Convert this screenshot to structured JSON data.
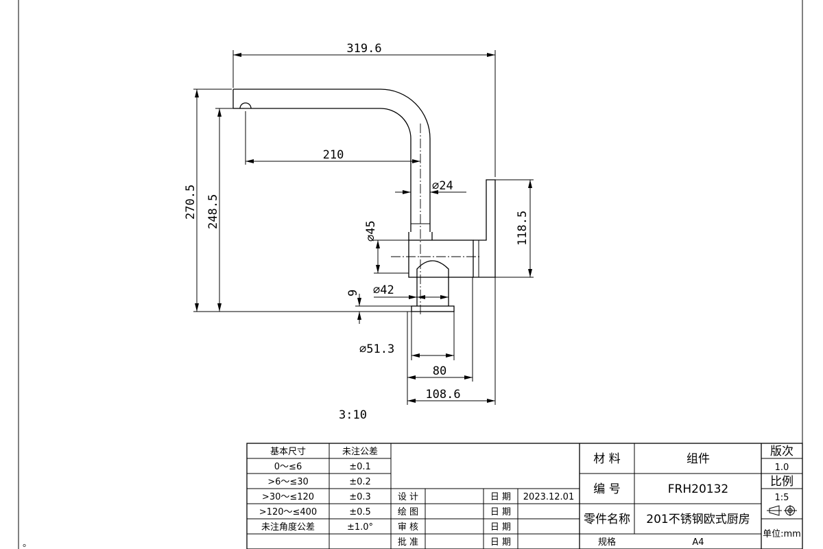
{
  "dimensions": {
    "overall_width": "319.6",
    "spout_reach": "210",
    "pipe_diameter": "∅24",
    "body_diameter": "∅45",
    "base_diameter": "∅42",
    "flange_diameter": "∅51.3",
    "handle_height": "118.5",
    "overall_height": "270.5",
    "outlet_height": "248.5",
    "flange_thickness": "9",
    "base_width": "80",
    "body_width": "108.6"
  },
  "scale": "3:10",
  "corner_mark": "。",
  "tolerance_table": {
    "header_size": "基本尺寸",
    "header_tol": "未注公差",
    "rows": [
      {
        "range": "0～≤6",
        "tol": "±0.1"
      },
      {
        "range": ">6～≤30",
        "tol": "±0.2"
      },
      {
        "range": ">30～≤120",
        "tol": "±0.3"
      },
      {
        "range": ">120～≤400",
        "tol": "±0.5"
      },
      {
        "range": "未注角度公差",
        "tol": "±1.0°"
      }
    ]
  },
  "sign_block": {
    "design_label": "设  计",
    "draw_label": "绘  图",
    "review_label": "审  核",
    "approve_label": "批  准",
    "date_label": "日  期",
    "design_date": "2023.12.01"
  },
  "title_block": {
    "material_label": "材  料",
    "material_value": "组件",
    "number_label": "编  号",
    "number_value": "FRH20132",
    "part_label": "零件名称",
    "part_value": "201不锈钢欧式厨房",
    "spec_label": "规格",
    "spec_value": "A4",
    "version_label": "版次",
    "version_value": "1.0",
    "ratio_label": "比例",
    "ratio_value": "1:5",
    "unit_label": "单位:mm"
  }
}
